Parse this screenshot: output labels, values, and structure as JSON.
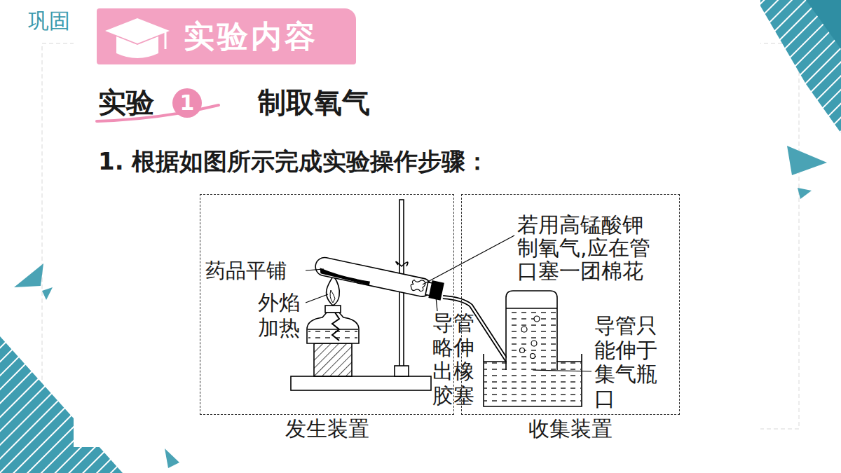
{
  "diagram": {
    "nodes": [
      {
        "text": [
          "实验内容"
        ]
      },
      {
        "text": [
          "1"
        ]
      },
      {
        "text": [
          "发生装置"
        ]
      },
      {
        "text": [
          "收集装置"
        ]
      }
    ],
    "labels": [
      "巩固",
      "实验",
      "制取氧气",
      "1. 根据如图所示完成实验操作步骤：",
      "药品平铺",
      "外焰加热",
      "导管略伸出橡胶塞",
      "若用高锰酸钾制氧气,应在管口塞一团棉花",
      "导管只能伸于集气瓶口"
    ]
  }
}
